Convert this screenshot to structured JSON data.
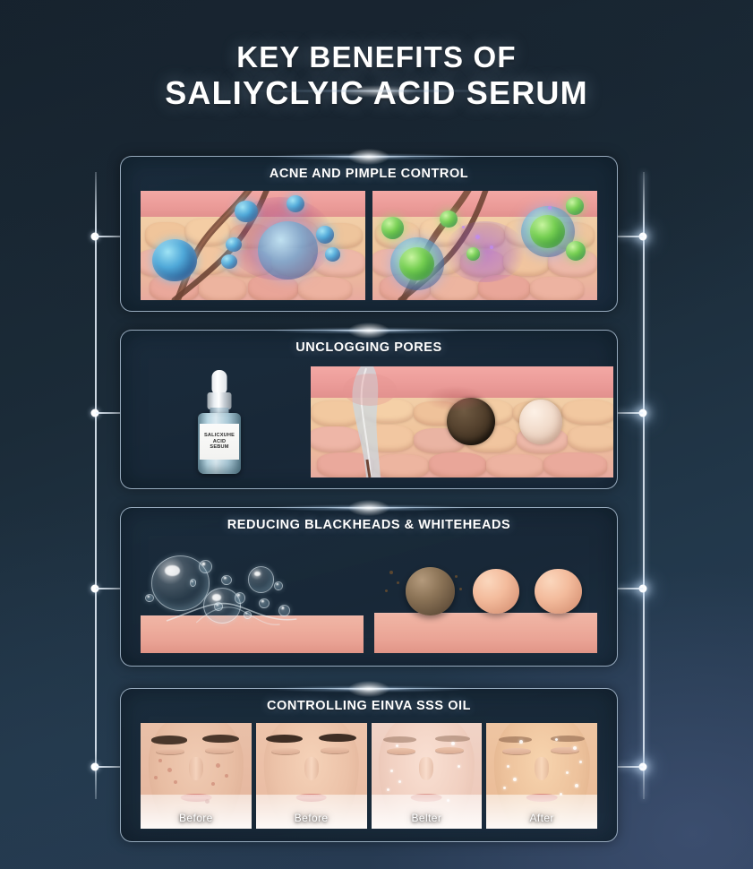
{
  "background": {
    "base_color": "#1b2b38",
    "accent_glow_color": "#4a5c82",
    "panel_fill": "#1c2d3d",
    "panel_border": "#bacee2",
    "connector_color": "#ebf5ff",
    "title_color": "#ffffff"
  },
  "header": {
    "title_line_1": "KEY BENEFITS OF",
    "title_line_2": "SALIYCLYIC ACID SERUM"
  },
  "panels": [
    {
      "id": "acne-and-pimple-control",
      "title": "ACNE AND PIMPLE CONTROL",
      "media": [
        {
          "name": "skin-cross-section-inflamed-blue-cells"
        },
        {
          "name": "skin-cross-section-treated-green-cells"
        }
      ]
    },
    {
      "id": "unclogging-pores",
      "title": "UNCLOGGING PORES",
      "bottle": {
        "name": "salicylic-acid-serum-bottle",
        "label_lines": [
          "SALICXUHE",
          "ACID",
          "SEBUM"
        ]
      },
      "media": [
        {
          "name": "skin-cross-section-clogged-pore-blackhead"
        }
      ]
    },
    {
      "id": "reducing-blackheads-and-whiteheads",
      "title": "REDUCING BLACKHEADS & WHITEHEADS",
      "media": [
        {
          "name": "bubbles-cleansing-skin-surface"
        },
        {
          "name": "blackhead-and-clean-spheres-on-skin"
        }
      ]
    },
    {
      "id": "controlling-einva-sss-oil",
      "title": "CONTROLLING EINVA SSS OIL",
      "faces": [
        {
          "caption": "Before",
          "state": "blemished"
        },
        {
          "caption": "Before",
          "state": "clear"
        },
        {
          "caption": "Belter",
          "state": "shiny-pale"
        },
        {
          "caption": "After",
          "state": "shiny-warm"
        }
      ]
    }
  ],
  "connectors": {
    "left_rail_label": "left-connector-rail",
    "right_rail_label": "right-connector-rail",
    "node_count": 4
  }
}
